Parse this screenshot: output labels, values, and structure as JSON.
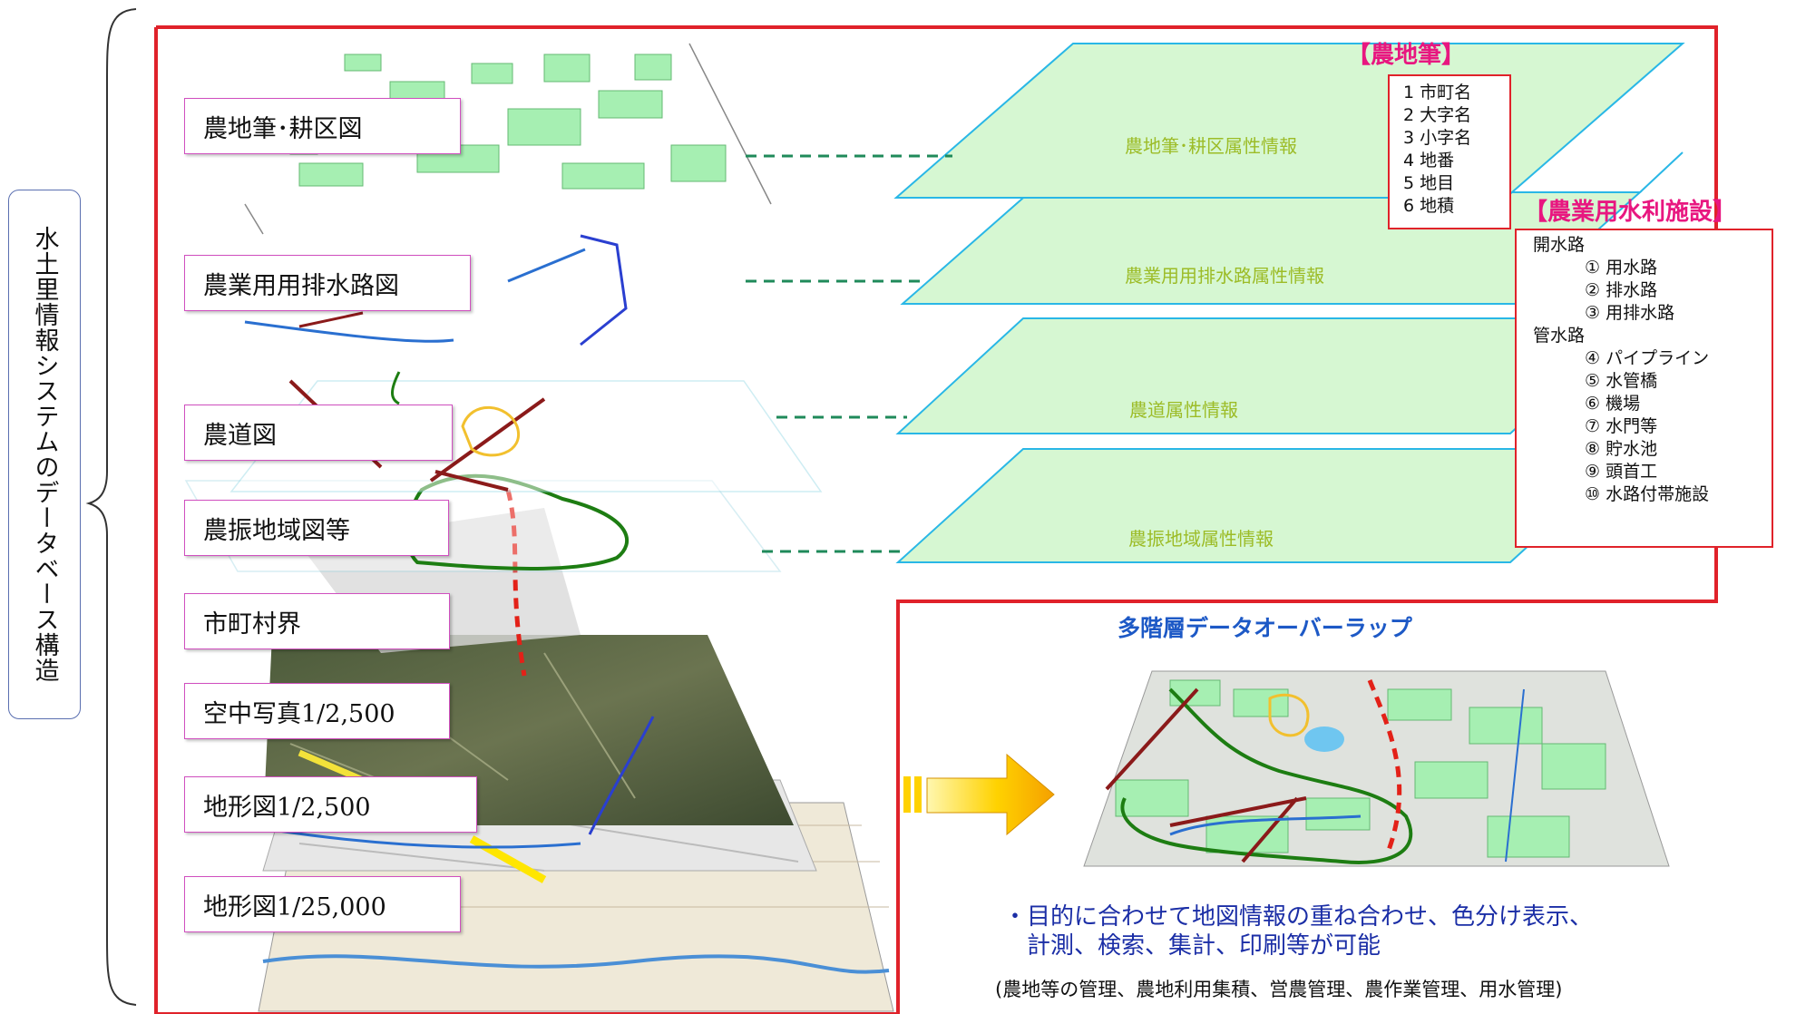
{
  "vertical_title": "水土里情報システムのデータベース構造",
  "layers": [
    {
      "label": "農地筆･耕区図"
    },
    {
      "label": "農業用用排水路図"
    },
    {
      "label": "農道図"
    },
    {
      "label": "農振地域図等"
    },
    {
      "label": "市町村界"
    },
    {
      "label": "空中写真1/2,500"
    },
    {
      "label": "地形図1/2,500"
    },
    {
      "label": "地形図1/25,000"
    }
  ],
  "attribute_layers": [
    "農地筆･耕区属性情報",
    "農業用用排水路属性情報",
    "農道属性情報",
    "農振地域属性情報"
  ],
  "nouchi_box": {
    "title": "【農地筆】",
    "items": [
      "1 市町名",
      "2 大字名",
      "3 小字名",
      "4 地番",
      "5 地目",
      "6 地積"
    ]
  },
  "suiri_box": {
    "title": "【農業用水利施設】",
    "items": [
      "開水路",
      "　　　① 用水路",
      "　　　② 排水路",
      "　　　③ 用排水路",
      "管水路",
      "　　　④ パイプライン",
      "　　　⑤ 水管橋",
      "　　　⑥ 機場",
      "　　　⑦ 水門等",
      "　　　⑧ 貯水池",
      "　　　⑨ 頭首工",
      "　　　⑩ 水路付帯施設"
    ]
  },
  "overlap": {
    "title": "多階層データオーバーラップ",
    "bullet_line1": "・目的に合わせて地図情報の重ね合わせ、色分け表示、",
    "bullet_line2": "　計測、検索、集計、印刷等が可能",
    "note": "(農地等の管理、農地利用集積、営農管理、農作業管理、用水管理)"
  },
  "colors": {
    "frame_red": "#e0222a",
    "label_border": "#d04fbf",
    "attr_text": "#9cbc27",
    "plane_fill": "#d6f7d2",
    "plane_edge": "#29b7e6",
    "accent_blue": "#1d59c6",
    "farmland_green": "#a6efb2",
    "water_blue": "#2f5ad8",
    "road_red": "#8b1a1a",
    "boundary_green": "#1d7d12"
  }
}
